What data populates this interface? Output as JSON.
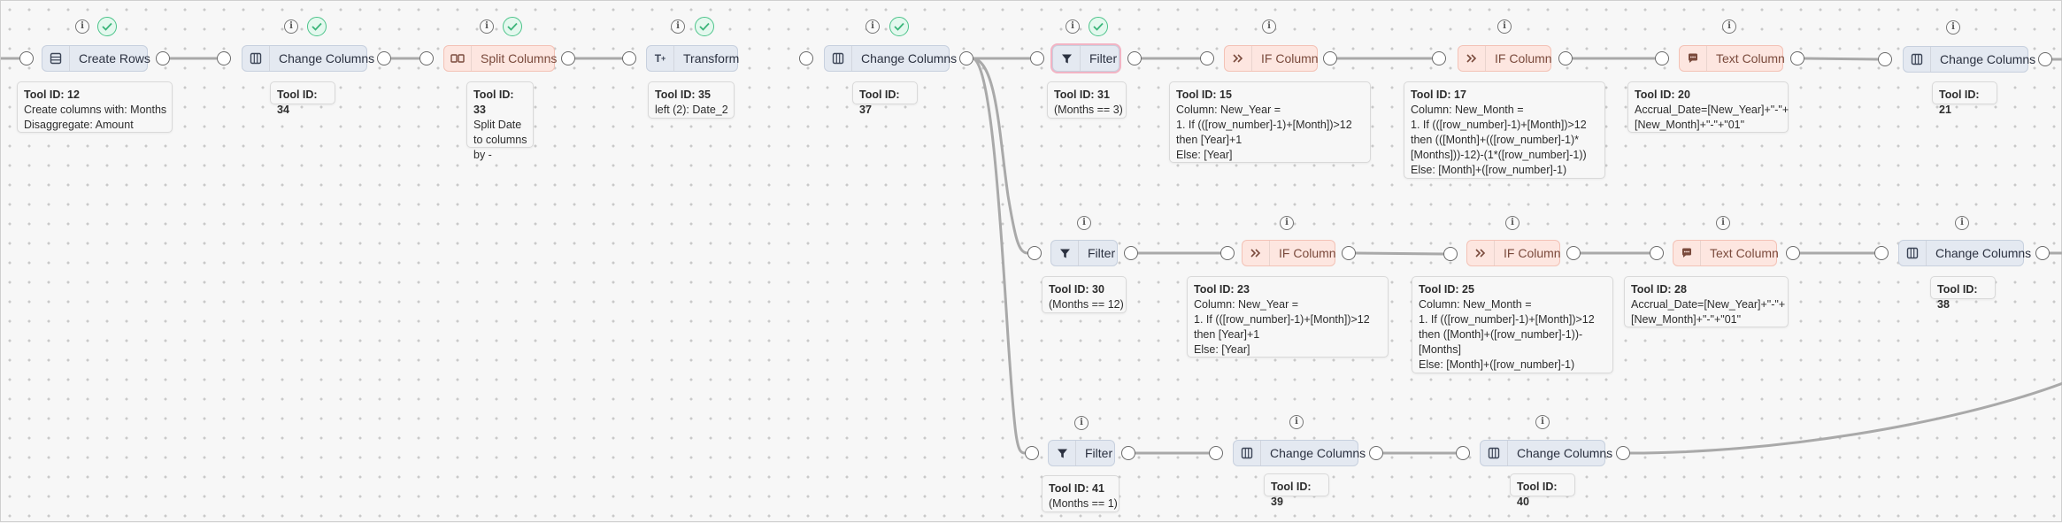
{
  "nodes": {
    "n12": {
      "label": "Create Rows",
      "icon": "table-rows-icon"
    },
    "n34": {
      "label": "Change Columns",
      "icon": "columns-icon"
    },
    "n33": {
      "label": "Split Columns",
      "icon": "split-columns-icon"
    },
    "n35": {
      "label": "Transform",
      "icon": "transform-icon"
    },
    "n37": {
      "label": "Change Columns",
      "icon": "columns-icon"
    },
    "n31": {
      "label": "Filter",
      "icon": "filter-icon"
    },
    "n15": {
      "label": "IF Column",
      "icon": "if-column-icon"
    },
    "n17": {
      "label": "IF Column",
      "icon": "if-column-icon"
    },
    "n20": {
      "label": "Text Column",
      "icon": "text-column-icon"
    },
    "n21": {
      "label": "Change Columns",
      "icon": "columns-icon"
    },
    "n30": {
      "label": "Filter",
      "icon": "filter-icon"
    },
    "n23": {
      "label": "IF Column",
      "icon": "if-column-icon"
    },
    "n25": {
      "label": "IF Column",
      "icon": "if-column-icon"
    },
    "n28": {
      "label": "Text Column",
      "icon": "text-column-icon"
    },
    "n38": {
      "label": "Change Columns",
      "icon": "columns-icon"
    },
    "n41": {
      "label": "Filter",
      "icon": "filter-icon"
    },
    "n39": {
      "label": "Change Columns",
      "icon": "columns-icon"
    },
    "n40": {
      "label": "Change Columns",
      "icon": "columns-icon"
    }
  },
  "cards": {
    "c12": {
      "title": "Tool ID: 12",
      "lines": [
        "Create columns with: Months",
        "Disaggregate: Amount"
      ]
    },
    "c34": {
      "title": "Tool ID: 34",
      "lines": []
    },
    "c33": {
      "title": "Tool ID: 33",
      "lines": [
        "Split Date",
        "to columns",
        "by -"
      ]
    },
    "c35": {
      "title": "Tool ID: 35",
      "lines": [
        "left (2): Date_2"
      ]
    },
    "c37": {
      "title": "Tool ID: 37",
      "lines": []
    },
    "c31": {
      "title": "Tool ID: 31",
      "lines": [
        "(Months == 3)"
      ]
    },
    "c15": {
      "title": "Tool ID: 15",
      "lines": [
        "Column: New_Year =",
        "1. If (([row_number]-1)+[Month])>12",
        "then [Year]+1",
        "Else: [Year]"
      ]
    },
    "c17": {
      "title": "Tool ID: 17",
      "lines": [
        "Column: New_Month =",
        "1. If (([row_number]-1)+[Month])>12",
        "then (([Month]+(([row_number]-1)*",
        "[Months]))-12)-(1*([row_number]-1))",
        "Else: [Month]+([row_number]-1)"
      ]
    },
    "c20": {
      "title": "Tool ID: 20",
      "lines": [
        "Accrual_Date=[New_Year]+\"-\"+",
        "[New_Month]+\"-\"+\"01\""
      ]
    },
    "c21": {
      "title": "Tool ID: 21",
      "lines": []
    },
    "c30": {
      "title": "Tool ID: 30",
      "lines": [
        "(Months == 12)"
      ]
    },
    "c23": {
      "title": "Tool ID: 23",
      "lines": [
        "Column: New_Year =",
        "1. If (([row_number]-1)+[Month])>12",
        "then [Year]+1",
        "Else: [Year]"
      ]
    },
    "c25": {
      "title": "Tool ID: 25",
      "lines": [
        "Column: New_Month =",
        "1. If (([row_number]-1)+[Month])>12",
        "then ([Month]+([row_number]-1))-",
        "[Months]",
        "Else: [Month]+([row_number]-1)"
      ]
    },
    "c28": {
      "title": "Tool ID: 28",
      "lines": [
        "Accrual_Date=[New_Year]+\"-\"+",
        "[New_Month]+\"-\"+\"01\""
      ]
    },
    "c38": {
      "title": "Tool ID: 38",
      "lines": []
    },
    "c41": {
      "title": "Tool ID: 41",
      "lines": [
        "(Months == 1)"
      ]
    },
    "c39": {
      "title": "Tool ID: 39",
      "lines": []
    },
    "c40": {
      "title": "Tool ID: 40",
      "lines": []
    }
  },
  "info_glyph": "i",
  "colors": {
    "accent_check": "#4cc48a",
    "edge": "#a9a9a9",
    "selected_outline": "#f2b4c4",
    "orange_node": "#fde6e0",
    "blue_node": "#e4e9f1"
  }
}
